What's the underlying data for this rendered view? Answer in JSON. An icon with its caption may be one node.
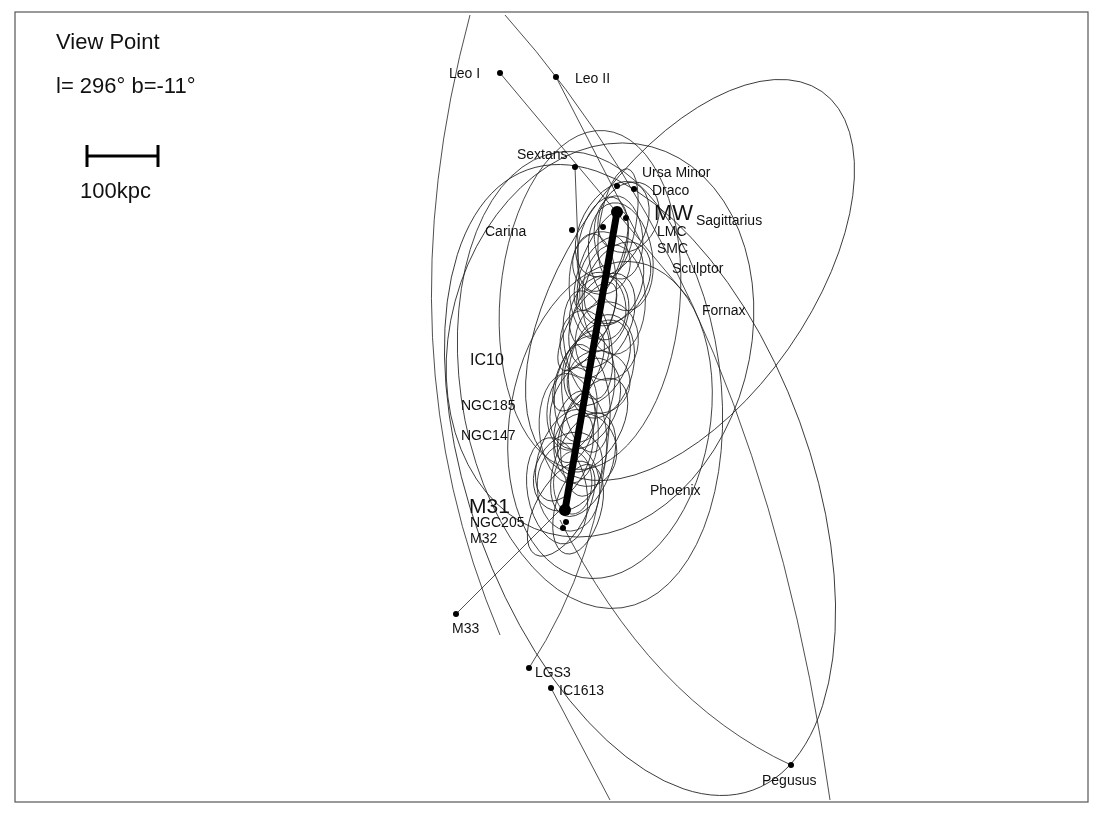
{
  "diagram": {
    "labels": [
      "View Point",
      "l= 296° b=-11°",
      "100kpc",
      "Leo I",
      "Leo II",
      "Sextans",
      "Ursa Minor",
      "Draco",
      "MW",
      "Sagittarius",
      "Carina",
      "LMC",
      "SMC",
      "Sculptor",
      "Fornax",
      "IC10",
      "NGC185",
      "NGC147",
      "Phoenix",
      "M31",
      "NGC205",
      "M32",
      "M33",
      "LGS3",
      "IC1613",
      "Pegusus"
    ]
  }
}
